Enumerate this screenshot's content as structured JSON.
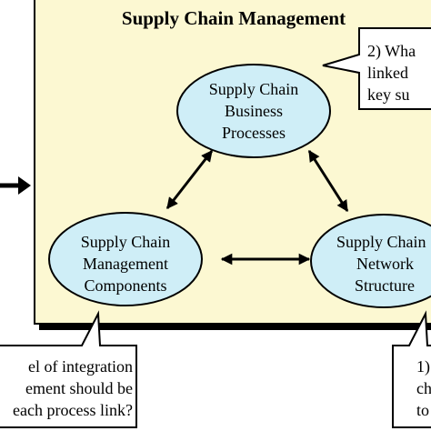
{
  "diagram": {
    "title": "Supply Chain Management",
    "nodes": {
      "business_processes": [
        "Supply Chain",
        "Business",
        "Processes"
      ],
      "network_structure": [
        "Supply Chain",
        "Network",
        "Structure"
      ],
      "management_components": [
        "Supply Chain",
        "Management",
        "Components"
      ]
    },
    "callouts": {
      "top_right": [
        "2) Wha",
        "linked",
        "key su"
      ],
      "bottom_left": [
        "el of integration",
        "ement should be",
        "each process link?"
      ],
      "bottom_right": [
        "1)",
        "ch",
        "to"
      ]
    },
    "colors": {
      "panel_fill": "#fcf8d2",
      "node_fill": "#cfeef7",
      "stroke": "#000000"
    }
  }
}
